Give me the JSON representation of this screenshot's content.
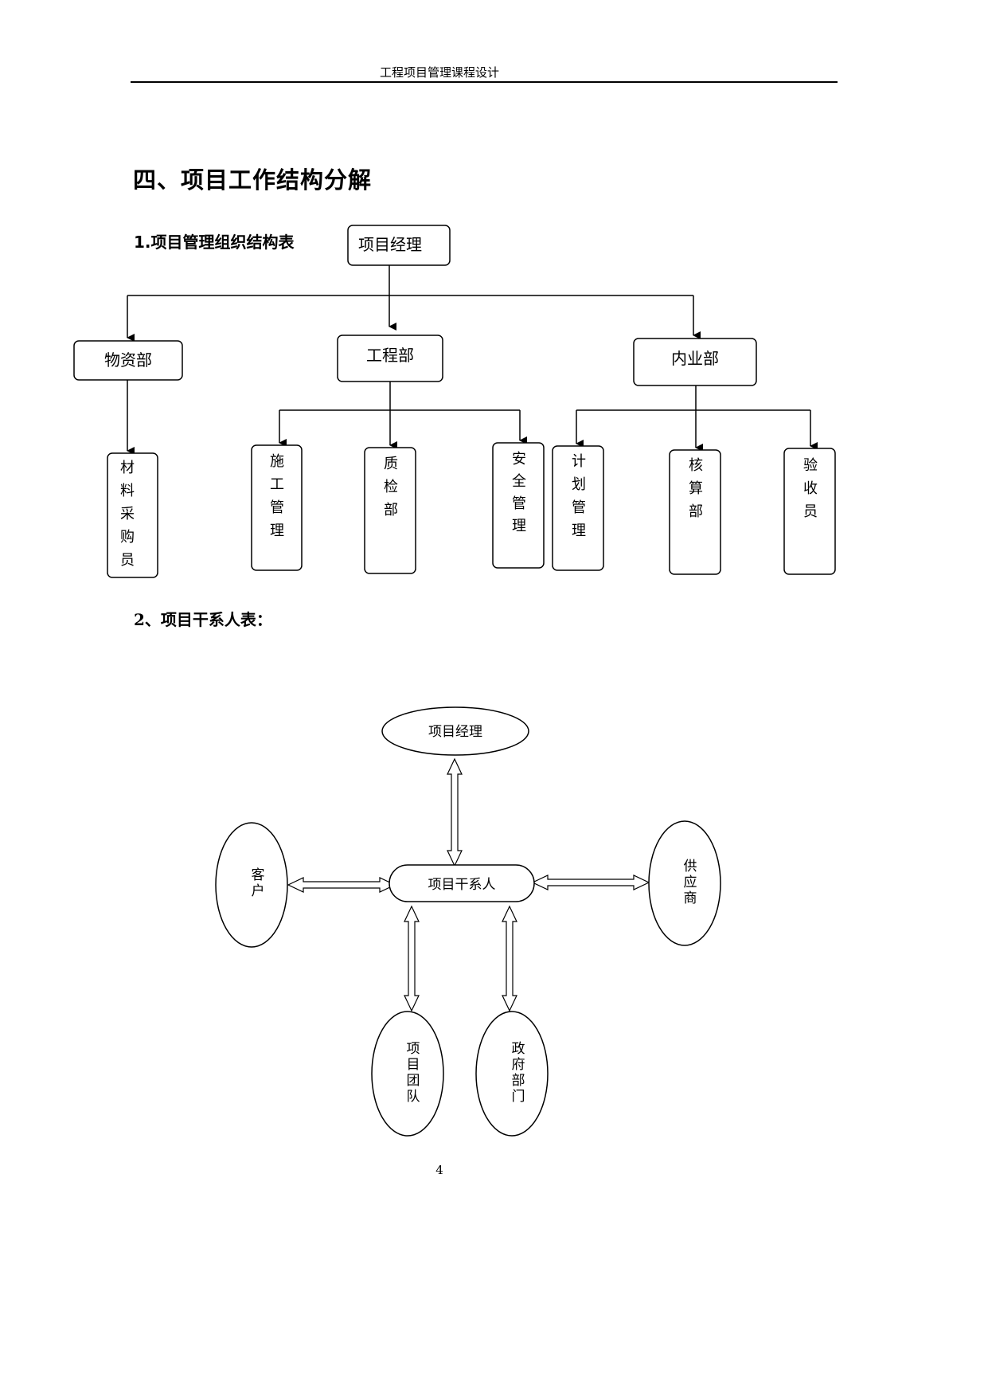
{
  "header": {
    "title": "工程项目管理课程设计"
  },
  "section": {
    "title": "四、项目工作结构分解"
  },
  "org_chart": {
    "heading": "1.项目管理组织结构表",
    "root": "项目经理",
    "departments": [
      "物资部",
      "工程部",
      "内业部"
    ],
    "units": [
      "材料采购员",
      "施工管理",
      "质检部",
      "安全管理",
      "计划管理",
      "核算部",
      "验收员"
    ]
  },
  "stakeholders": {
    "heading": "2、项目干系人表：",
    "center": "项目干系人",
    "nodes": [
      "项目经理",
      "客户",
      "供应商",
      "项目团队",
      "政府部门"
    ]
  },
  "footer": {
    "page_number": "4"
  }
}
